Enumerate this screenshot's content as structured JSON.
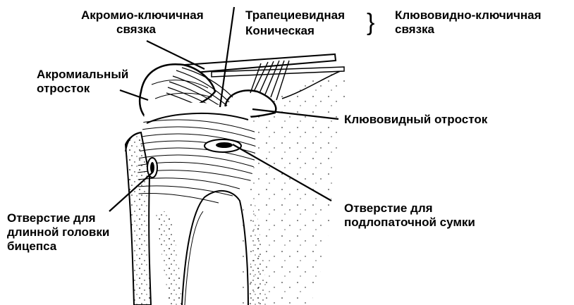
{
  "labels": {
    "acromioclavicular_ligament": {
      "line1": "Акромио-ключичная",
      "line2": "связка"
    },
    "trapezoid_ligament": "Трапециевидная",
    "conoid_ligament": "Коническая",
    "coracoclavicular_ligament": {
      "line1": "Клювовидно-ключичная",
      "line2": "связка"
    },
    "acromion": {
      "line1": "Акромиальный",
      "line2": "отросток"
    },
    "coracoid_process": "Клювовидный отросток",
    "subscapular_bursa_opening": {
      "line1": "Отверстие для",
      "line2": "подлопаточной сумки"
    },
    "biceps_long_head_opening": {
      "line1": "Отверстие для",
      "line2": "длинной головки",
      "line3": "бицепса"
    }
  },
  "colors": {
    "ink": "#000000",
    "paper": "#ffffff"
  }
}
